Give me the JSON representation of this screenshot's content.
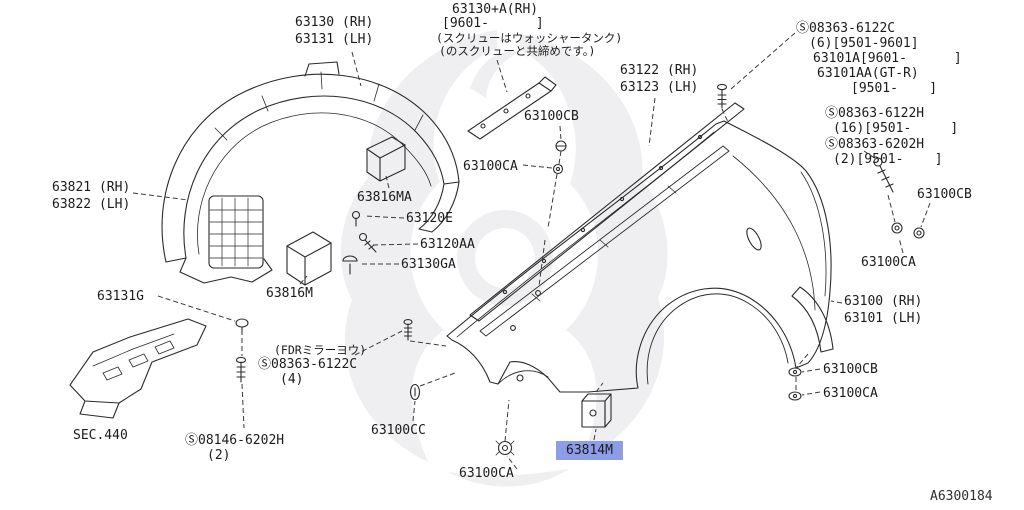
{
  "page": {
    "diagram_code": "A6300184",
    "highlight_color": "#8d9de8",
    "line_color": "#2b2b2b"
  },
  "labels": [
    {
      "text": "63130 (RH)"
    },
    {
      "text": "63131 (LH)"
    },
    {
      "text": "63130+A(RH)"
    },
    {
      "text": "[9601-      ]"
    },
    {
      "text": "(スクリューはウォッシャータンク)"
    },
    {
      "text": "(のスクリューと共締めです。)"
    },
    {
      "text": "63122 (RH)"
    },
    {
      "text": "63123 (LH)"
    },
    {
      "text": "Ⓢ08363-6122C"
    },
    {
      "text": "(6)[9501-9601]"
    },
    {
      "text": "63101A[9601-      ]"
    },
    {
      "text": "63101AA(GT-R)"
    },
    {
      "text": "[9501-    ]"
    },
    {
      "text": "Ⓢ08363-6122H"
    },
    {
      "text": "(16)[9501-     ]"
    },
    {
      "text": "Ⓢ08363-6202H"
    },
    {
      "text": "(2)[9501-    ]"
    },
    {
      "text": "63100CB"
    },
    {
      "text": "63100CA"
    },
    {
      "text": "63821 (RH)"
    },
    {
      "text": "63822 (LH)"
    },
    {
      "text": "63816MA"
    },
    {
      "text": "63120E"
    },
    {
      "text": "63120AA"
    },
    {
      "text": "63130GA"
    },
    {
      "text": "63100CB"
    },
    {
      "text": "63100CA"
    },
    {
      "text": "63816M"
    },
    {
      "text": "63131G"
    },
    {
      "text": "63100 (RH)"
    },
    {
      "text": "63101 (LH)"
    },
    {
      "text": "(FDRミラーヨウ)"
    },
    {
      "text": "Ⓢ08363-6122C"
    },
    {
      "text": "(4)"
    },
    {
      "text": "63100CB"
    },
    {
      "text": "63100CA"
    },
    {
      "text": "SEC.440"
    },
    {
      "text": "Ⓢ08146-6202H"
    },
    {
      "text": "(2)"
    },
    {
      "text": "63100CC"
    },
    {
      "text": "63814M"
    },
    {
      "text": "63100CA"
    }
  ]
}
